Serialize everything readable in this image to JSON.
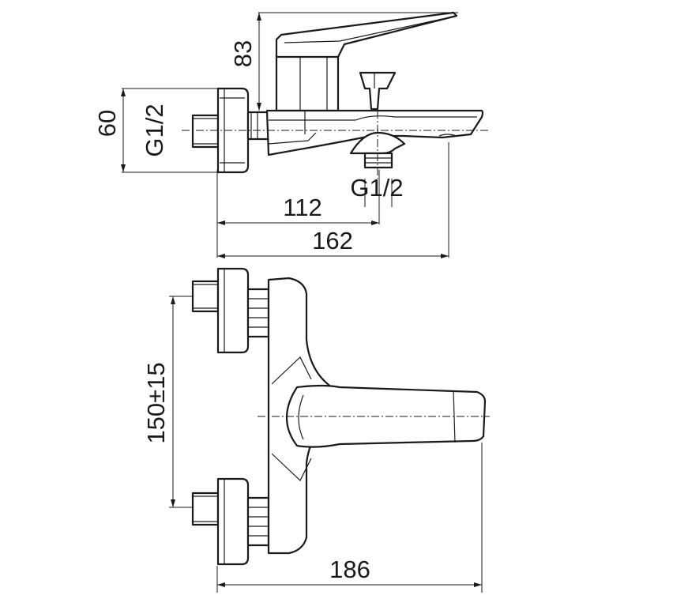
{
  "dimensions": {
    "height_to_lever": "83",
    "body_height": "60",
    "inlet_thread": "G1/2",
    "outlet_thread": "G1/2",
    "diverter_offset": "112",
    "spout_reach": "162",
    "inlet_spacing": "150±15",
    "total_width": "186"
  },
  "colors": {
    "line": "#1a1a1a",
    "background": "#ffffff"
  }
}
